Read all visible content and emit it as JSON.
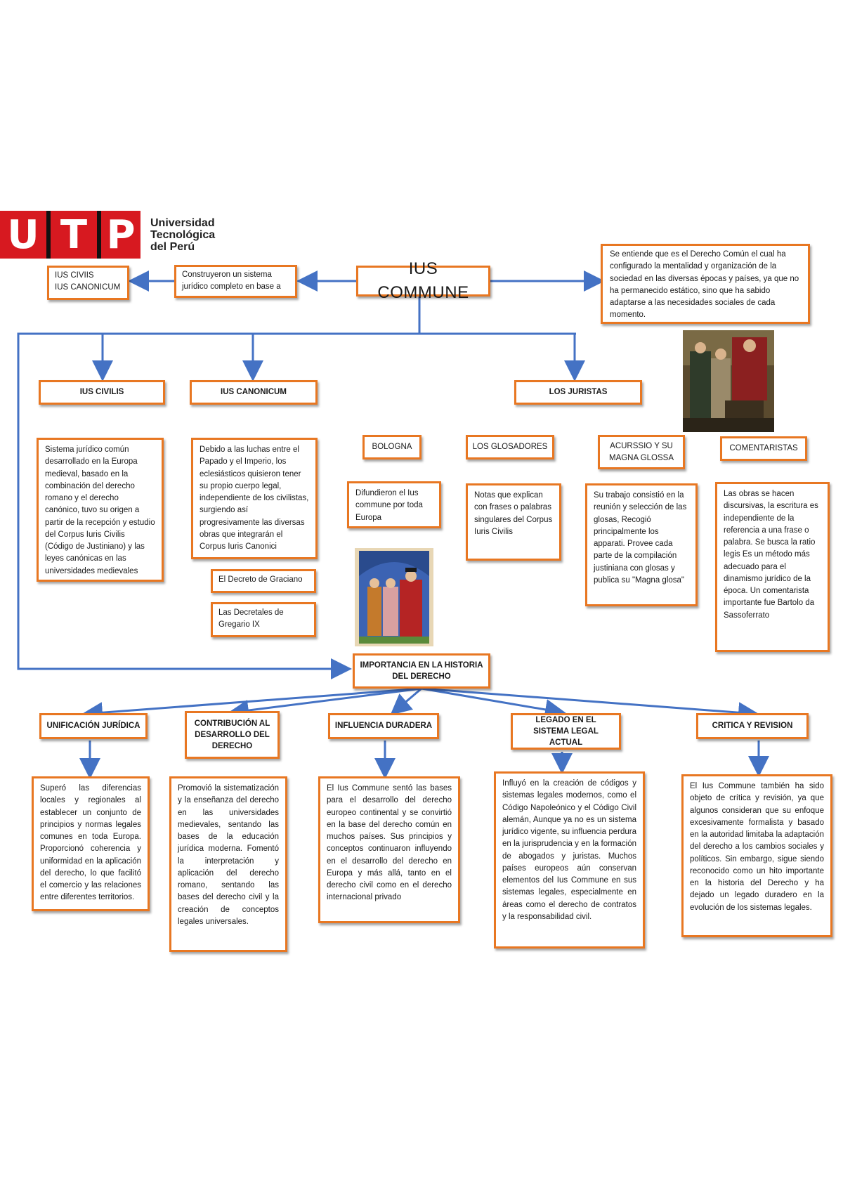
{
  "logo": {
    "letters": [
      "U",
      "T",
      "P"
    ],
    "line1": "Universidad",
    "line2": "Tecnológica",
    "line3": "del Perú",
    "color": "#d71920"
  },
  "accent": "#e87722",
  "connector_color": "#4472c4",
  "nodes": {
    "ius_commune": "IUS COMMUNE",
    "definicion": "Se entiende que es el Derecho Común el cual ha configurado la mentalidad y organización de la sociedad en las diversas épocas y países, ya que no ha permanecido estático, sino que ha sabido adaptarse a las necesidades sociales de cada momento.",
    "construyeron": "Construyeron un sistema jurídico completo en base a",
    "ius_civiis_line1": "IUS CIVIIS",
    "ius_civiis_line2": "IUS CANONICUM",
    "ius_civilis": "IUS CIVILIS",
    "ius_canonicum": "IUS CANONICUM",
    "los_juristas": "LOS JURISTAS",
    "civilis_desc": "Sistema jurídico común desarrollado en la Europa medieval, basado en la combinación del derecho romano y el derecho canónico, tuvo su origen a partir de la recepción y estudio del Corpus Iuris Civilis (Código de Justiniano) y las leyes canónicas en las universidades medievales",
    "canonicum_desc": "Debido a las luchas entre el Papado y el Imperio, los eclesiásticos quisieron tener su propio cuerpo legal, independiente de los civilistas, surgiendo así progresivamente las diversas obras que integrarán el Corpus Iuris Canonici",
    "decreto": "El Decreto de Graciano",
    "decretales": "Las Decretales de Gregario IX",
    "bologna": "BOLOGNA",
    "bologna_desc": "Difundieron el Ius commune por toda Europa",
    "glosadores": "LOS GLOSADORES",
    "glosadores_desc": "Notas que explican con frases o palabras singulares del Corpus Iuris Civilis",
    "acurssio": "ACURSSIO Y SU MAGNA GLOSSA",
    "acurssio_desc": "Su trabajo consistió en la reunión y selección de las glosas, Recogió principalmente los apparati. Provee cada parte de la compilación justiniana con glosas y publica su \"Magna glosa\"",
    "comentaristas": "COMENTARISTAS",
    "comentaristas_desc": "Las obras se hacen discursivas, la escritura es independiente de la referencia a una frase o palabra. Se busca la ratio legis Es un método más adecuado para el dinamismo jurídico de la época. Un comentarista importante fue Bartolo da Sassoferrato",
    "importancia": "IMPORTANCIA EN LA HISTORIA DEL DERECHO",
    "unificacion": "UNIFICACIÓN JURÍDICA",
    "unificacion_desc": "Superó las diferencias locales y regionales al establecer un conjunto de principios y normas legales comunes en toda Europa. Proporcionó coherencia y uniformidad en la aplicación del derecho, lo que facilitó el comercio y las relaciones entre diferentes territorios.",
    "contribucion": "CONTRIBUCIÓN AL DESARROLLO DEL DERECHO",
    "contribucion_desc": "Promovió la sistematización y la enseñanza del derecho en las universidades medievales, sentando las bases de la educación jurídica moderna. Fomentó la interpretación y aplicación del derecho romano, sentando las bases del derecho civil y la creación de conceptos legales universales.",
    "influencia": "INFLUENCIA DURADERA",
    "influencia_desc": "El Ius Commune sentó las bases para el desarrollo del derecho europeo continental y se convirtió en la base del derecho común en muchos países. Sus principios y conceptos continuaron influyendo en el desarrollo del derecho en Europa y más allá, tanto en el derecho civil como en el derecho internacional privado",
    "legado": "LEGADO EN EL SISTEMA LEGAL ACTUAL",
    "legado_desc": "Influyó en la creación de códigos y sistemas legales modernos, como el Código Napoleónico y el Código Civil alemán, Aunque ya no es un sistema jurídico vigente, su influencia perdura en la jurisprudencia y en la formación de abogados y juristas. Muchos países europeos aún conservan elementos del Ius Commune en sus sistemas legales, especialmente en áreas como el derecho de contratos y la responsabilidad civil.",
    "critica": "CRITICA Y REVISION",
    "critica_desc": "El Ius Commune también ha sido objeto de crítica y revisión, ya que algunos consideran que su enfoque excesivamente formalista y basado en la autoridad limitaba la adaptación del derecho a los cambios sociales y políticos. Sin embargo, sigue siendo reconocido como un hito importante en la historia del Derecho y ha dejado un legado duradero en la evolución de los sistemas legales."
  }
}
